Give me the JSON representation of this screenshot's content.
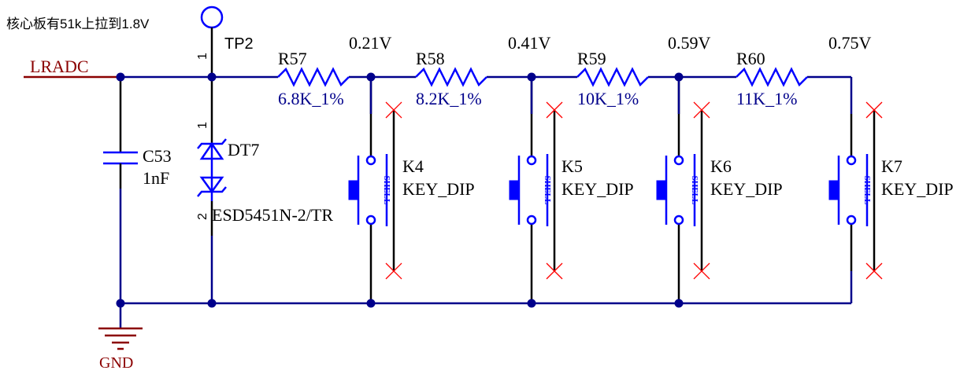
{
  "note": "核心板有51k上拉到1.8V",
  "net_lradc": "LRADC",
  "net_gnd": "GND",
  "testpoint": {
    "ref": "TP2",
    "pin": "1"
  },
  "capacitor": {
    "ref": "C53",
    "value": "1nF"
  },
  "tvs": {
    "ref": "DT7",
    "part": "ESD5451N-2/TR",
    "pin_top": "1",
    "pin_bottom": "2"
  },
  "resistors": [
    {
      "ref": "R57",
      "value": "6.8K_1%"
    },
    {
      "ref": "R58",
      "value": "8.2K_1%"
    },
    {
      "ref": "R59",
      "value": "10K_1%"
    },
    {
      "ref": "R60",
      "value": "11K_1%"
    }
  ],
  "voltages": [
    "0.21V",
    "0.41V",
    "0.59V",
    "0.75V"
  ],
  "keys": [
    {
      "ref": "K4",
      "part": "KEY_DIP",
      "shell": "SHELL"
    },
    {
      "ref": "K5",
      "part": "KEY_DIP",
      "shell": "SHELL"
    },
    {
      "ref": "K6",
      "part": "KEY_DIP",
      "shell": "SHELL"
    },
    {
      "ref": "K7",
      "part": "KEY_DIP",
      "shell": "SHELL"
    }
  ],
  "colors": {
    "wire": "#00008b",
    "symbol": "#0000ff",
    "net_label": "#8b0000",
    "no_connect": "#ff0000"
  }
}
